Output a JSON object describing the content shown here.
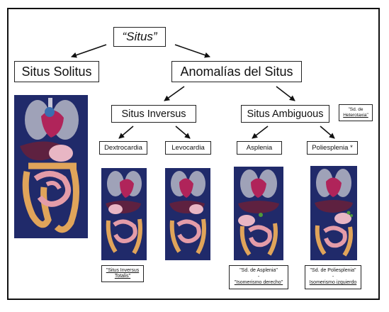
{
  "root": "“Situs”",
  "situs_solitus": "Situs Solitus",
  "anomalias": "Anomalías del Situs",
  "situs_inversus": "Situs Inversus",
  "situs_ambiguous": "Situs Ambiguous",
  "heterotaxia": {
    "line1": "\"Sd. de",
    "line2": "Heterotaxia\""
  },
  "dextrocardia": "Dextrocardia",
  "levocardia": "Levocardia",
  "asplenia": "Asplenia",
  "poliesplenia": "Poliesplenia *",
  "caption_totalis": {
    "line1": "\"Situs Inversus",
    "line2": "Totalis\""
  },
  "caption_asplenia": {
    "line1": "\"Sd. de Asplenia\"",
    "dash": "-",
    "line2": "\"Isomerismo derecho\""
  },
  "caption_poliesplenia": {
    "line1": "\"Sd. de Poliesplenia\"",
    "dash": "-",
    "line2": "Isomerismo izquierdo"
  },
  "colors": {
    "panel_bg": "#202a6a",
    "lung": "#9fa2b8",
    "heart": "#b0245a",
    "liver": "#5e2140",
    "stomach": "#e8b6c4",
    "intestine": "#e0a45a",
    "small_intestine": "#e49ca8"
  }
}
